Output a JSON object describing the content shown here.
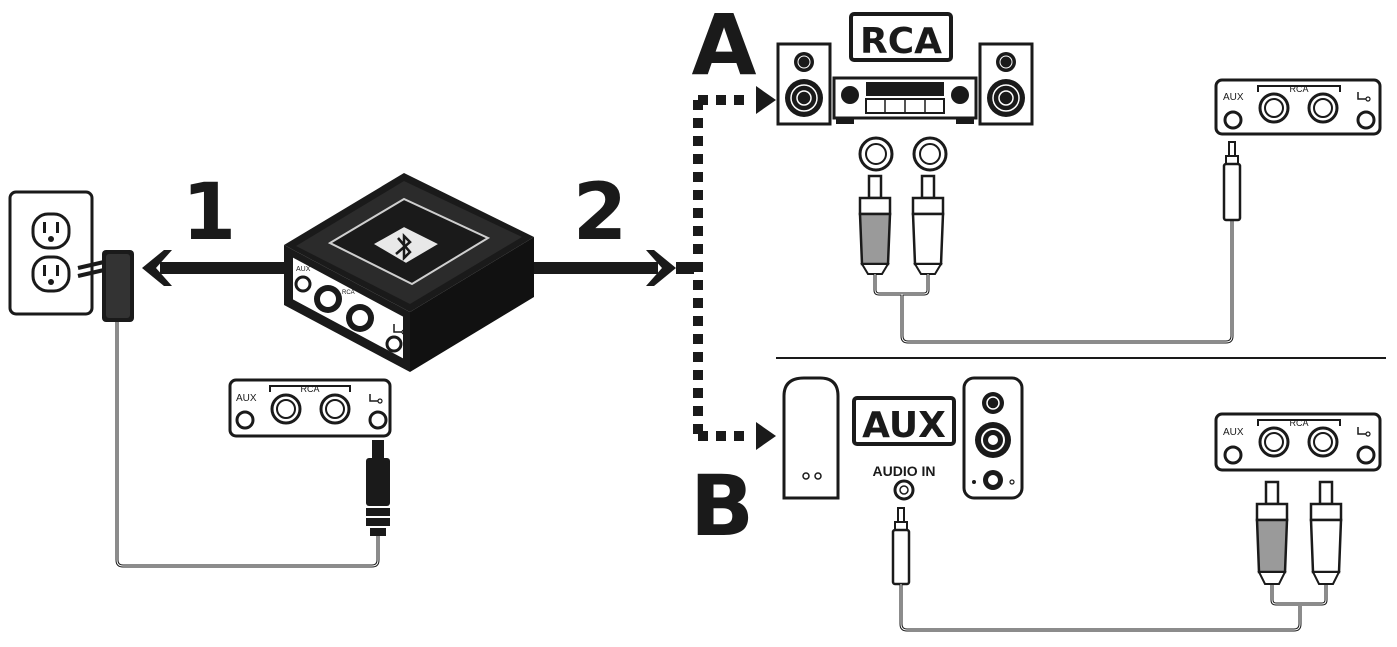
{
  "steps": {
    "one": "1",
    "two": "2"
  },
  "options": {
    "a": "A",
    "b": "B"
  },
  "boxes": {
    "rca": "RCA",
    "aux": "AUX"
  },
  "audio_in": "AUDIO IN",
  "panel": {
    "aux": "AUX",
    "rca": "RCA"
  },
  "device": {
    "aux": "AUX",
    "rca": "RCA"
  },
  "colors": {
    "ink": "#1a1a1a",
    "plug_grey": "#9a9a9a",
    "cable": "#555555"
  }
}
